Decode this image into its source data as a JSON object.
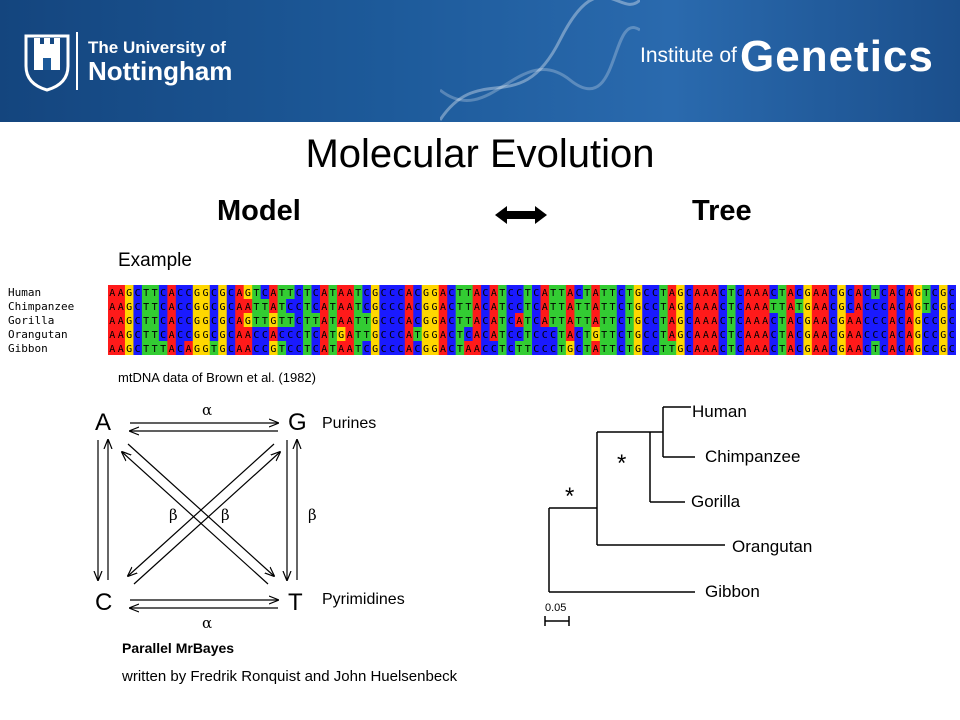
{
  "header": {
    "university_line1": "The University of",
    "university_line2": "Nottingham",
    "institute_label": "Institute of",
    "institute_name": "Genetics"
  },
  "title": "Molecular Evolution",
  "model_label": "Model",
  "tree_label": "Tree",
  "example_label": "Example",
  "alignment": {
    "species": [
      "Human",
      "Chimpanzee",
      "Gorilla",
      "Orangutan",
      "Gibbon"
    ],
    "sequences": [
      "AAGCTTCACCGGCGCAGTCATTCTCATAATCGCCCACGGACTTACATCCTCATTACTATTCTGCCTAGCAAACTCAAACTACGAACGCACTCACAGTCGC",
      "AAGCTTCACCGGCGCAATTATCCTCATAATCGCCCACGGACTTACATCCTCATTATTATTCTGCCTAGCAAACTCAAATTATGAACGCACCCACAGTCGC",
      "AAGCTTCACCGGCGCAGTTGTTCTTATAATTGCCCACGGACTTACATCATCATTATTATTCTGCCTAGCAAACTCAAACTACGAACGAACCCACAGCCGC",
      "AAGCTTCACCGGCGCAACCACCCTCATGATTGCCCATGGACTCACATCCTCCCTACTGTTCTGCCTAGCAAACTCAAACTACGAACGAACCCACAGCCGC",
      "AAGCTTTACAGGTGCAACCGTCCTCATAATCGCCCACGGACTAACCTCTTCCCTGCTATTCTGCCTTGCAAACTCAAACTACGAACGAACTCACAGCCGC"
    ],
    "citation": "mtDNA data of Brown et al. (1982)",
    "colors": {
      "A": "#ff1a1a",
      "C": "#1a1aff",
      "G": "#ffd700",
      "T": "#33cc33"
    }
  },
  "model": {
    "corners": {
      "top_left": "A",
      "top_right": "G",
      "bottom_left": "C",
      "bottom_right": "T"
    },
    "purines_label": "Purines",
    "pyrimidines_label": "Pyrimidines",
    "alpha": "α",
    "beta": "β",
    "software_title": "Parallel MrBayes",
    "software_authors": "written by Fredrik Ronquist and John Huelsenbeck"
  },
  "tree": {
    "taxa": [
      "Human",
      "Chimpanzee",
      "Gorilla",
      "Orangutan",
      "Gibbon"
    ],
    "support_marker": "*",
    "scale_label": "0.05"
  }
}
